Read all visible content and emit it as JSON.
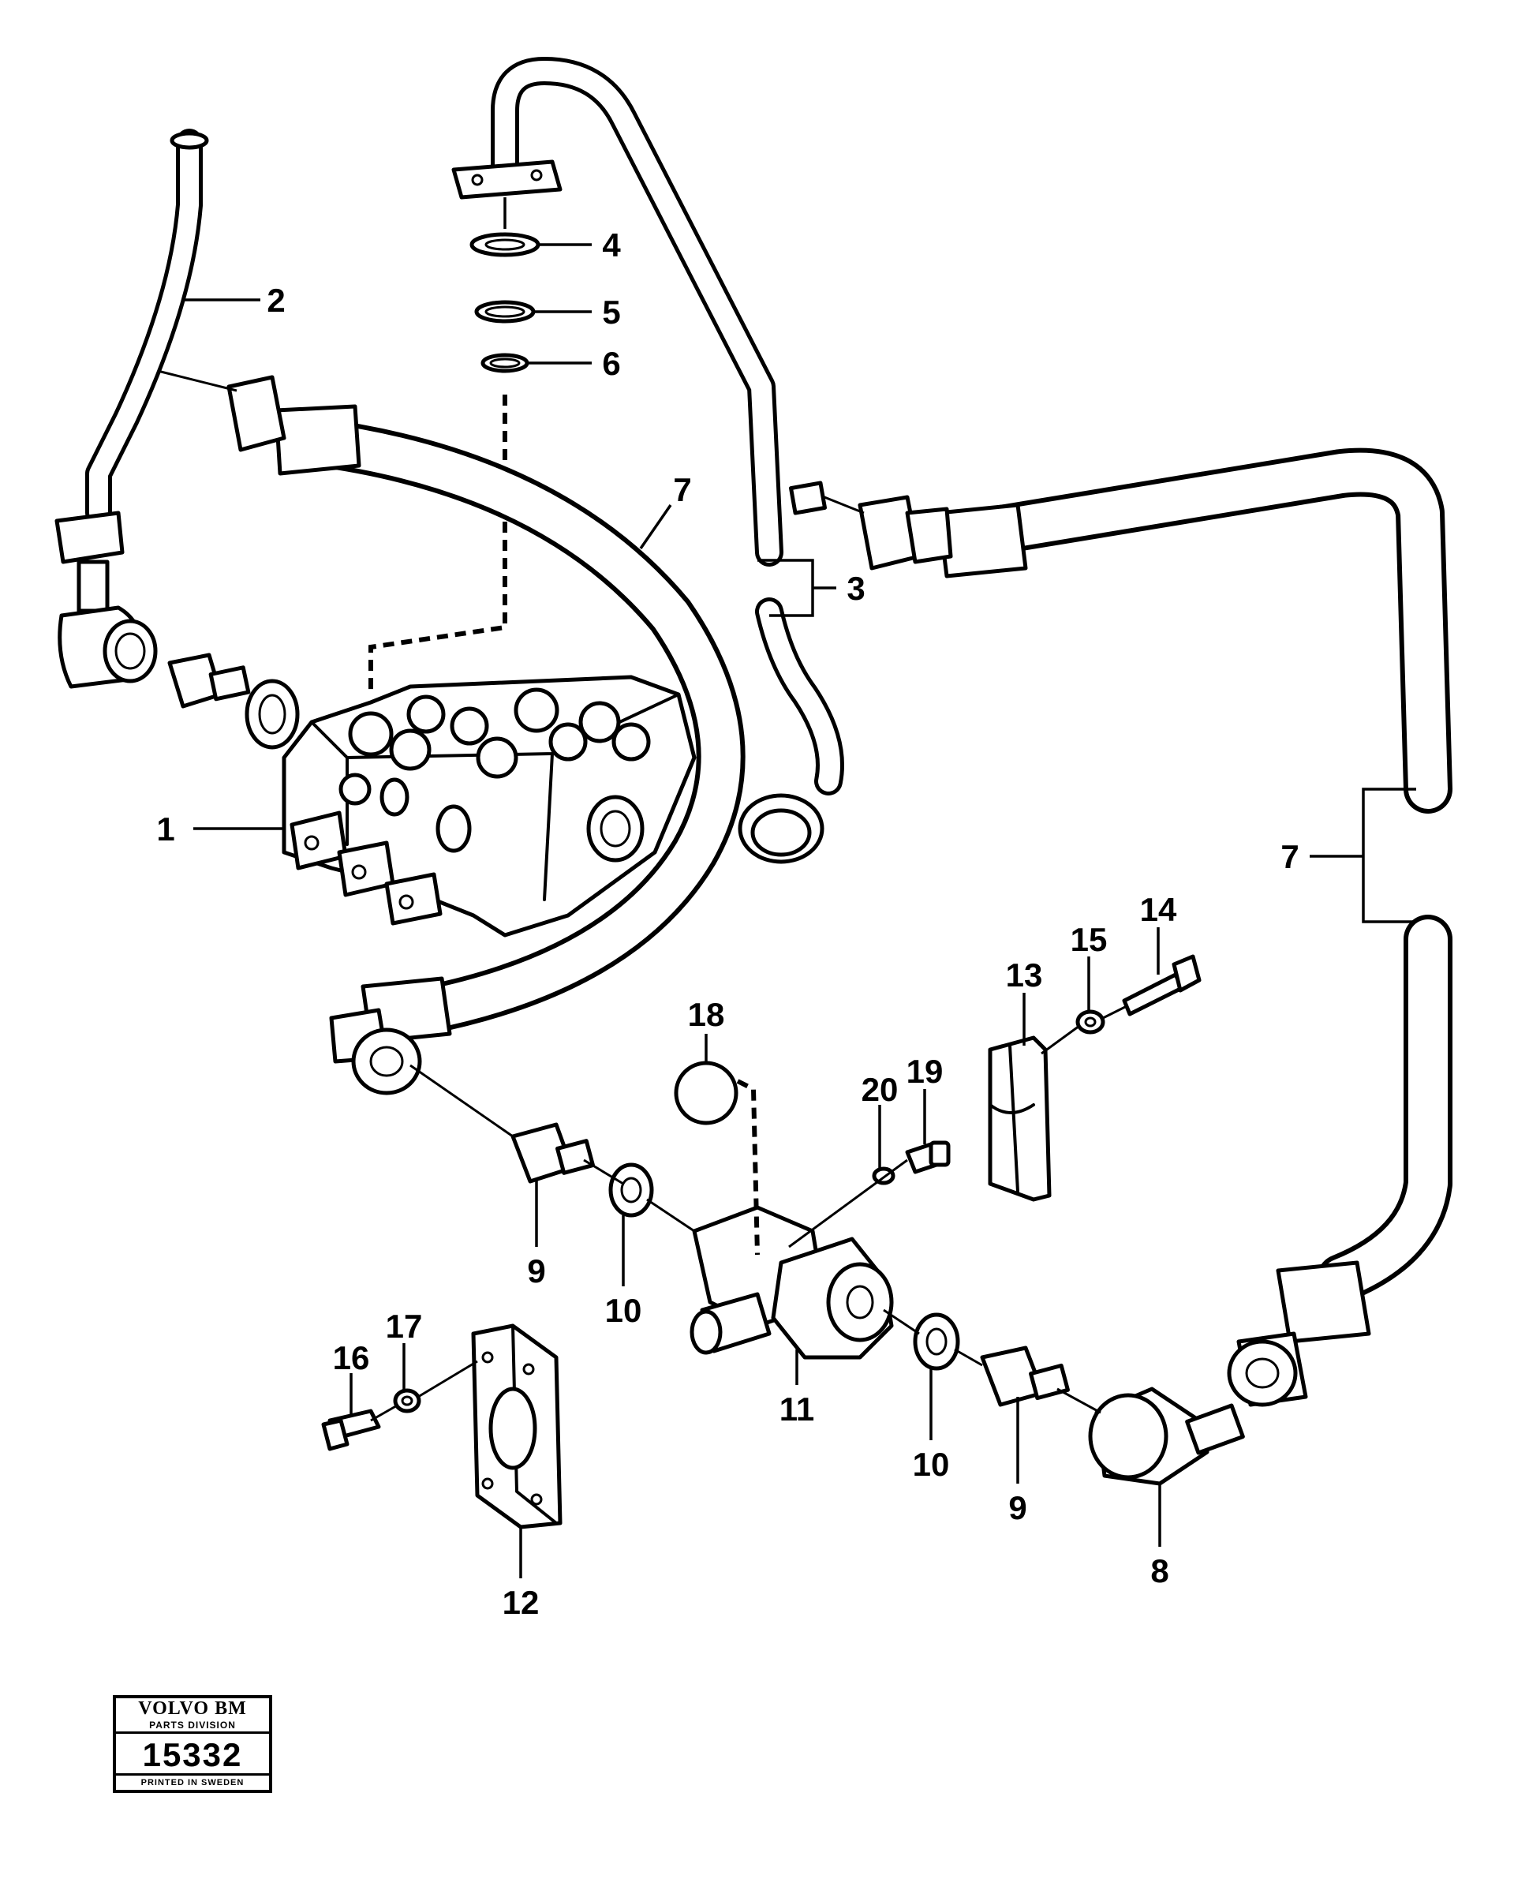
{
  "callouts": {
    "c1": "1",
    "c2": "2",
    "c3": "3",
    "c4": "4",
    "c5": "5",
    "c6": "6",
    "c7a": "7",
    "c7b": "7",
    "c8": "8",
    "c9a": "9",
    "c9b": "9",
    "c10a": "10",
    "c10b": "10",
    "c11": "11",
    "c12": "12",
    "c13": "13",
    "c14": "14",
    "c15": "15",
    "c16": "16",
    "c17": "17",
    "c18": "18",
    "c19": "19",
    "c20": "20"
  },
  "stamp": {
    "brand": "VOLVO BM",
    "division": "PARTS DIVISION",
    "number": "15332",
    "footer": "PRINTED IN SWEDEN"
  }
}
